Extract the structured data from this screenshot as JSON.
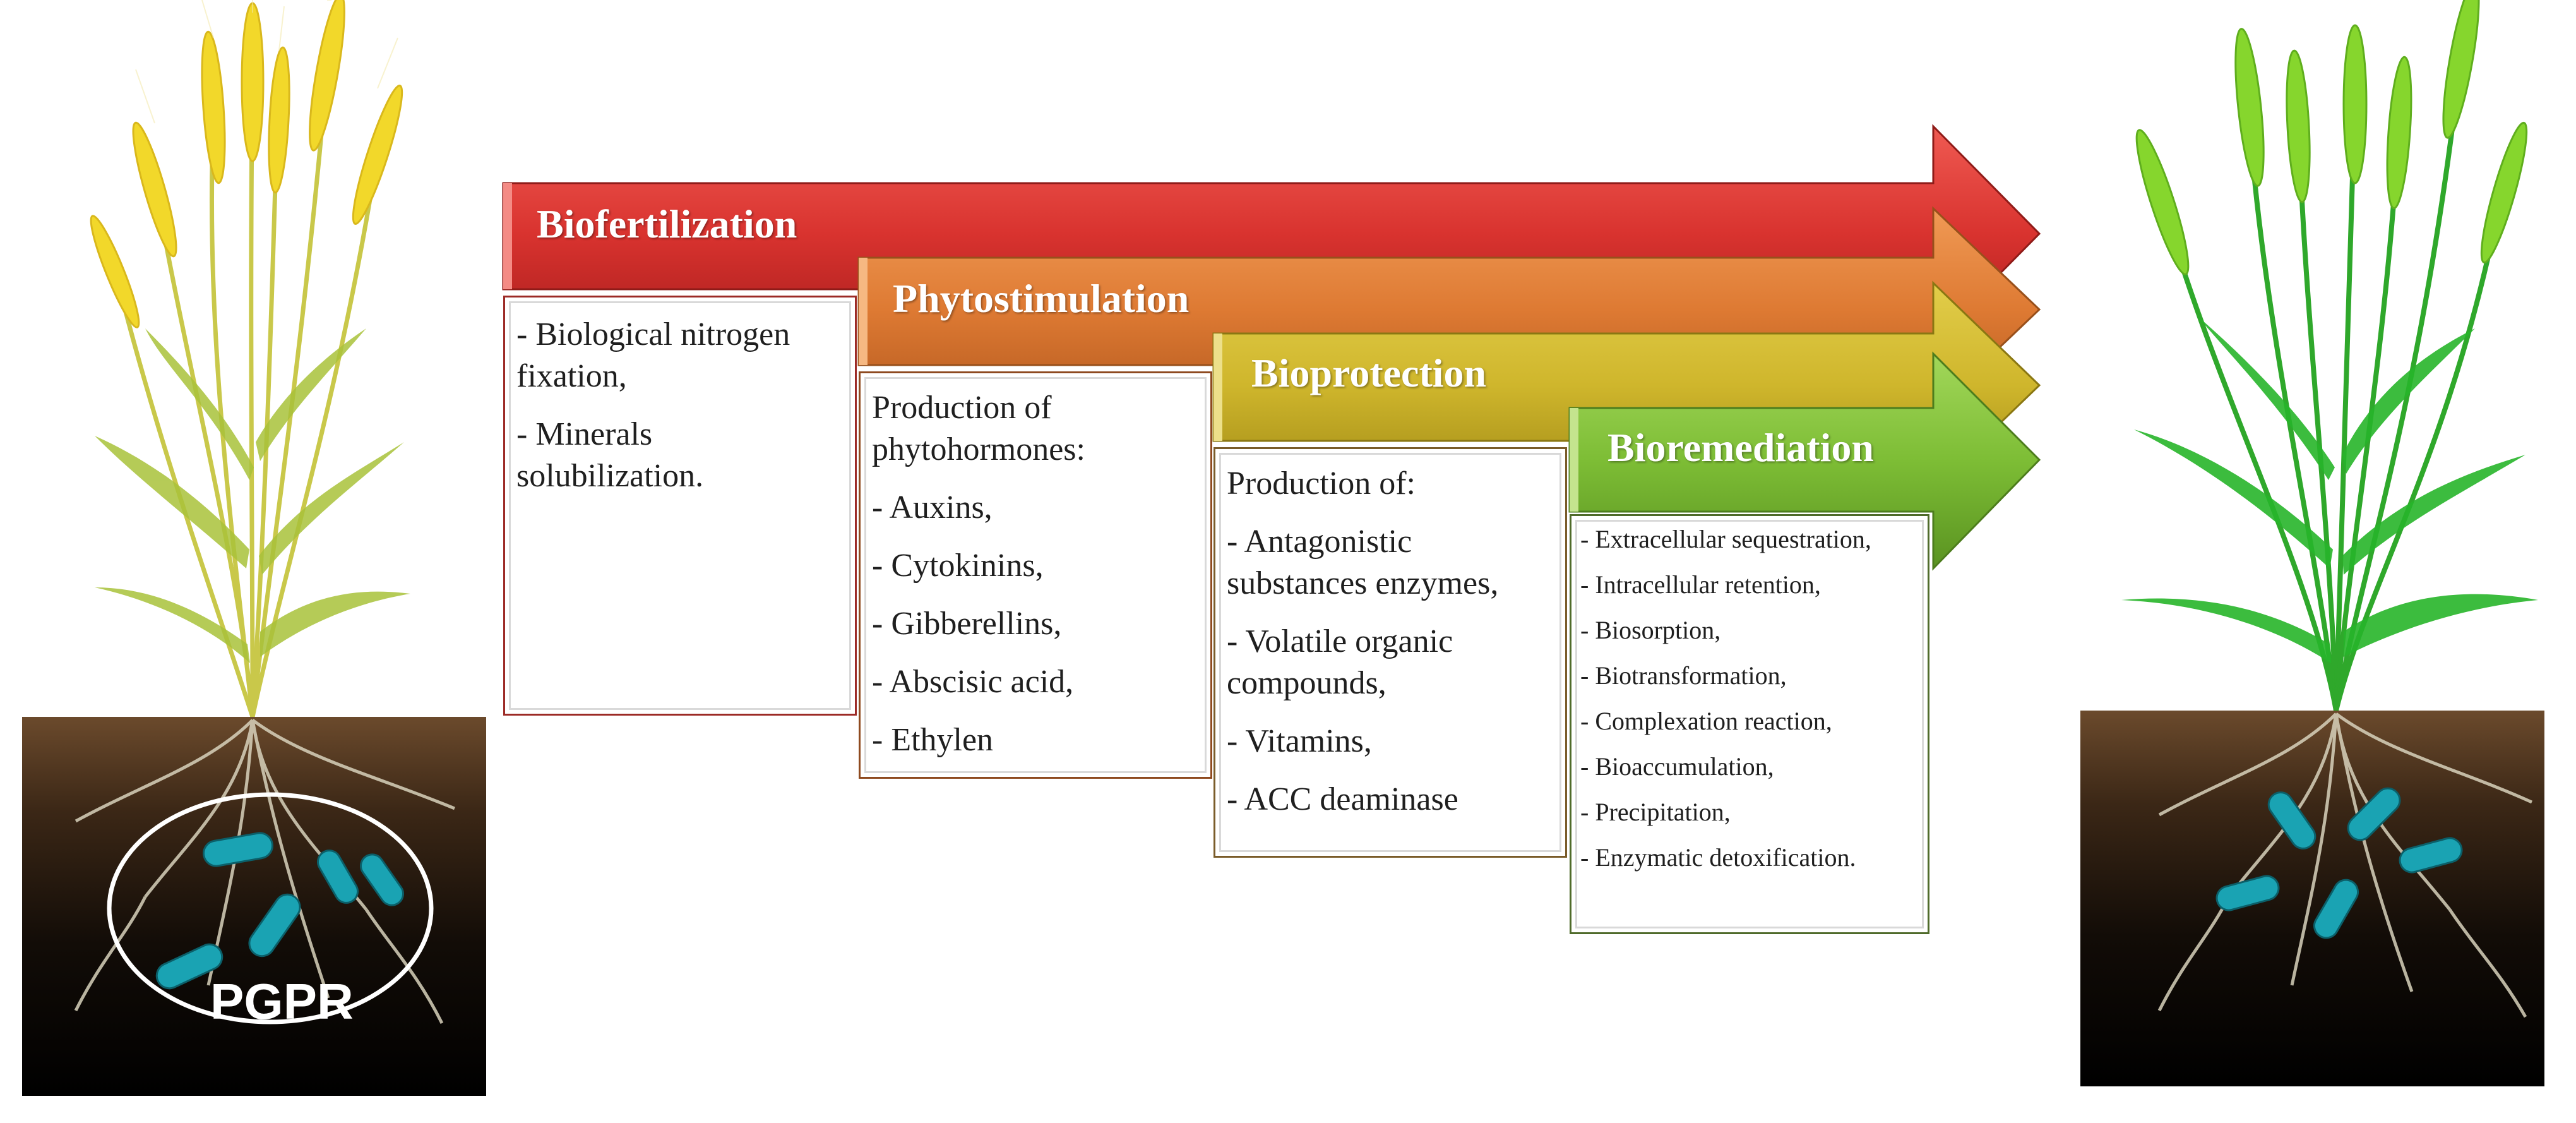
{
  "colors": {
    "biofertilization": "#d9332f",
    "phytostimulation": "#de7a33",
    "bioprotection": "#cfb62c",
    "bioremediation": "#7dbd35",
    "soil_top": "#5a3a22",
    "soil_bottom": "#050403",
    "bacteria": "#1aa3b3",
    "wheat_ripe": "#e8cf2b",
    "wheat_green": "#7fd12c"
  },
  "bands": [
    {
      "title": "Biofertilization",
      "color": "#d9332f",
      "items": [
        "- Biological nitrogen fixation,",
        "- Minerals solubilization."
      ]
    },
    {
      "title": "Phytostimulation",
      "color": "#de7a33",
      "items": [
        "Production of phytohormones:",
        "- Auxins,",
        "- Cytokinins,",
        "- Gibberellins,",
        "- Abscisic acid,",
        "- Ethylen"
      ]
    },
    {
      "title": "Bioprotection",
      "color": "#cfb62c",
      "items": [
        "Production of:",
        "- Antagonistic substances enzymes,",
        "- Volatile organic compounds,",
        "- Vitamins,",
        "- ACC deaminase"
      ]
    },
    {
      "title": "Bioremediation",
      "color": "#7dbd35",
      "items": [
        "- Extracellular sequestration,",
        "- Intracellular retention,",
        "- Biosorption,",
        "- Biotransformation,",
        "- Complexation reaction,",
        "- Bioaccumulation,",
        "- Precipitation,",
        "- Enzymatic detoxification."
      ]
    }
  ],
  "left_panel": {
    "label": "PGPR",
    "icons": [
      "wheat-plant-ripe-icon",
      "soil-block-icon",
      "bacteria-icon"
    ]
  },
  "right_panel": {
    "icons": [
      "wheat-plant-green-icon",
      "soil-block-icon",
      "bacteria-icon"
    ]
  }
}
